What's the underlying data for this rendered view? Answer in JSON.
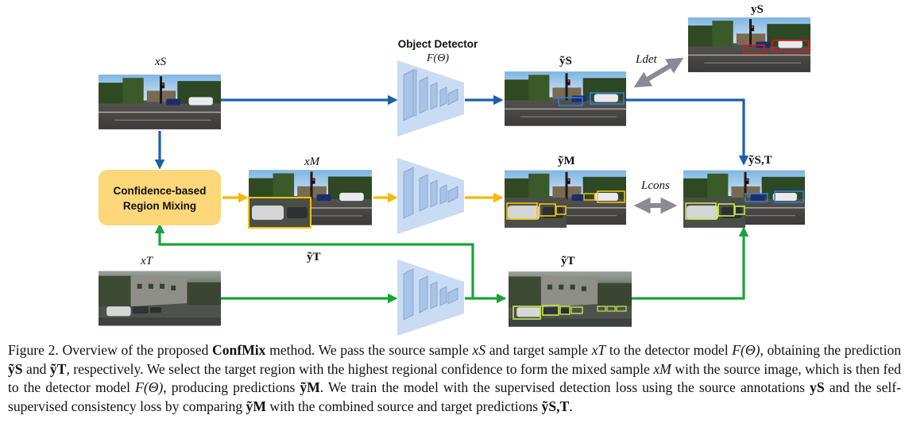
{
  "diagram": {
    "labels": {
      "x_s": "xS",
      "x_t": "xT",
      "x_m": "xM",
      "y_s_gt": "yS",
      "y_s_pred": "ỹS",
      "y_m_pred": "ỹM",
      "y_t_pred": "ỹT",
      "y_t_mid": "ỹT",
      "y_st": "ỹS,T",
      "l_det": "Ldet",
      "l_cons": "Lcons"
    },
    "detector_title": "Object Detector",
    "detector_param": "F(Θ)",
    "mixing_box": [
      "Confidence-based",
      "Region Mixing"
    ],
    "colors": {
      "source_arrow": "#1f5fa8",
      "target_arrow": "#1aa33a",
      "mixed_arrow": "#f5b800",
      "loss_arrow": "#8a8a94",
      "mixing_box": "#fcd77a",
      "detector_fill": "#bcd3ee",
      "det_box_gt": "#e0141e",
      "det_box_source": "#2e7fd8",
      "det_box_target": "#c8e84a",
      "det_box_mixed": "#f5c400"
    }
  },
  "caption": {
    "figure": "Figure 2.",
    "t1": "Overview of the proposed",
    "method": "ConfMix",
    "t2": "method. We pass the source sample",
    "t3": "and target sample",
    "t4": "to the detector model",
    "t5": "obtaining the prediction",
    "t6": "and",
    "t7": ", respectively. We select the target region with the highest regional confidence to form the mixed sample",
    "t8": "with the source image, which is then fed to the detector model",
    "t9": ", producing predictions",
    "t10": ". We train the model with the supervised detection loss using the source annotations",
    "t11": "and the self-supervised consistency loss by comparing",
    "t12": "with the combined source and target predictions",
    "t13": "."
  }
}
